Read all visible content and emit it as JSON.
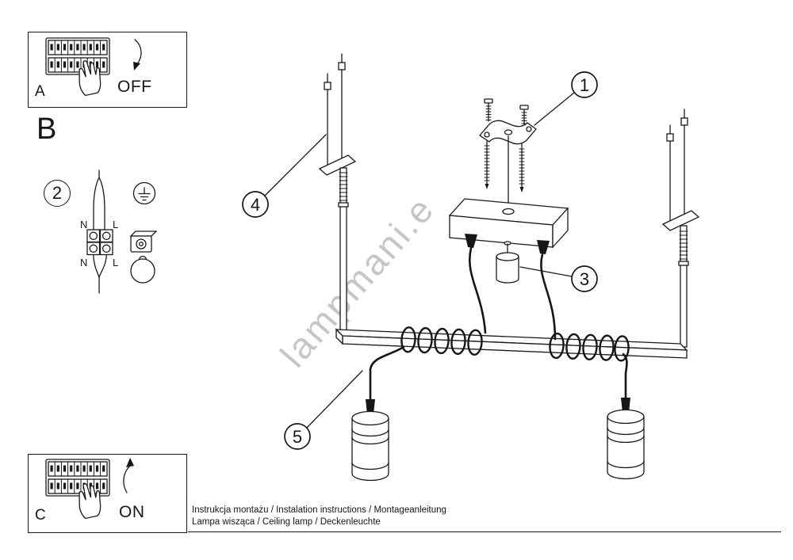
{
  "page": {
    "watermark": "lampmani.e",
    "colors": {
      "ink": "#1a1a1a",
      "watermark": "#c6c6c6"
    }
  },
  "panel_a": {
    "label": "A",
    "state": "OFF"
  },
  "panel_c": {
    "label": "C",
    "state": "ON"
  },
  "section_b": {
    "label": "B",
    "step_number": "2",
    "wiring": {
      "top_left": "N",
      "top_right": "L",
      "bottom_left": "N",
      "bottom_right": "L"
    }
  },
  "callouts": {
    "c1": "1",
    "c3": "3",
    "c4": "4",
    "c5": "5"
  },
  "footer": {
    "line1": "Instrukcja montażu / Instalation instructions / Montageanleitung",
    "line2": "Lampa wisząca / Ceiling lamp / Deckenleuchte"
  }
}
